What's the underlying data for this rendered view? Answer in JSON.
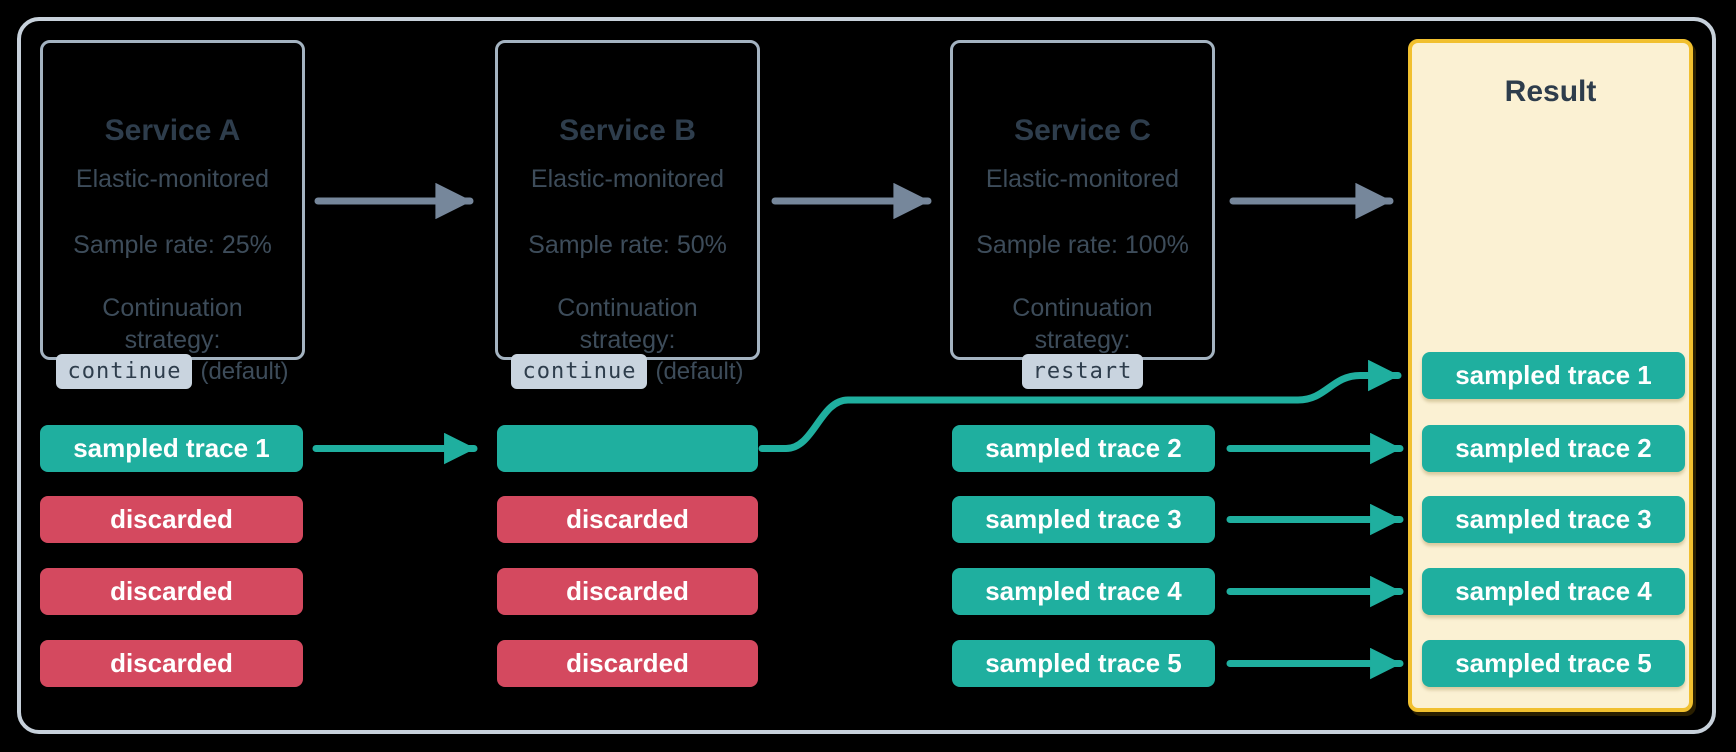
{
  "services": [
    {
      "title": "Service A",
      "subtitle": "Elastic-monitored",
      "sample_rate": "Sample rate: 25%",
      "strategy_line1": "Continuation",
      "strategy_line2": "strategy:",
      "chip": "continue",
      "chip_note": "(default)"
    },
    {
      "title": "Service B",
      "subtitle": "Elastic-monitored",
      "sample_rate": "Sample rate: 50%",
      "strategy_line1": "Continuation",
      "strategy_line2": "strategy:",
      "chip": "continue",
      "chip_note": "(default)"
    },
    {
      "title": "Service C",
      "subtitle": "Elastic-monitored",
      "sample_rate": "Sample rate: 100%",
      "strategy_line1": "Continuation",
      "strategy_line2": "strategy:",
      "chip": "restart",
      "chip_note": ""
    }
  ],
  "result": {
    "title": "Result",
    "pills": [
      "sampled trace 1",
      "sampled trace 2",
      "sampled trace 3",
      "sampled trace 4",
      "sampled trace 5"
    ]
  },
  "traces": {
    "col_a": [
      "sampled trace 1",
      "discarded",
      "discarded",
      "discarded"
    ],
    "col_b": [
      "",
      "discarded",
      "discarded",
      "discarded"
    ],
    "col_c": [
      "sampled trace 2",
      "sampled trace 3",
      "sampled trace 4",
      "sampled trace 5"
    ]
  },
  "colors": {
    "sampled_teal": "#1FAF9F",
    "discarded_red": "#D4495F",
    "result_fill": "#FBF1D3",
    "result_border": "#F1C02F",
    "chip_bg": "#C9D4DF",
    "frame_border": "#C7D1DB",
    "service_border": "#A4B3C1",
    "arrow_gray": "#76879B",
    "text_dark": "#2E3D4C"
  }
}
